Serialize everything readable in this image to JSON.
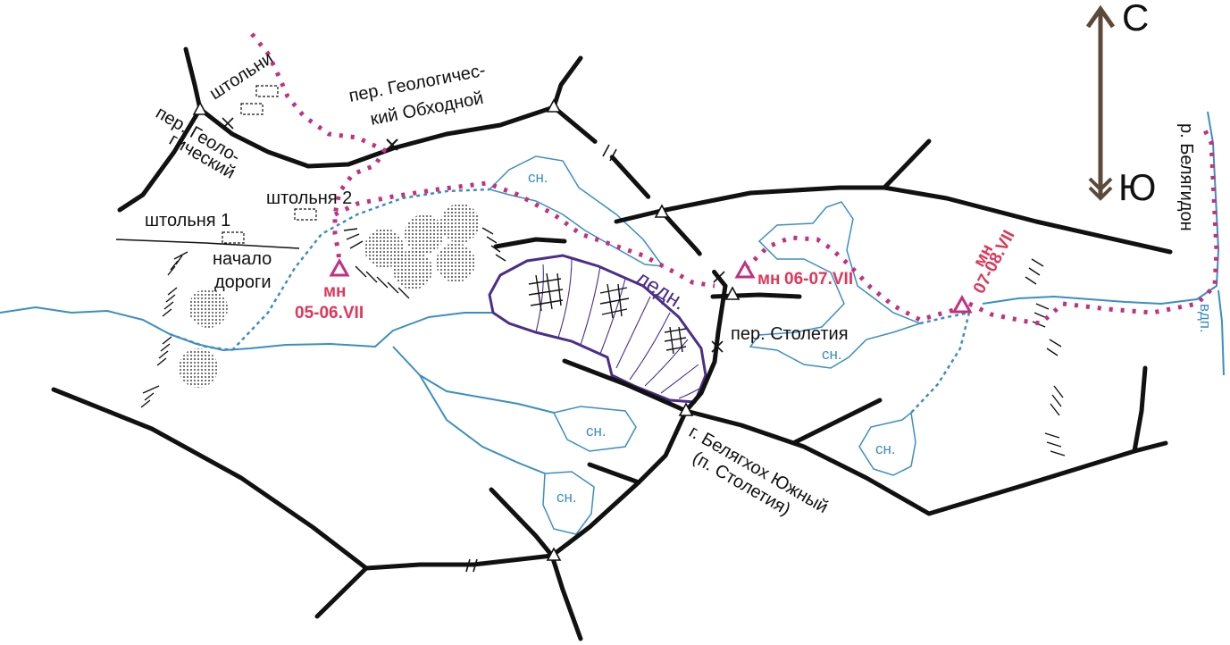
{
  "compass": {
    "north": "С",
    "south": "Ю",
    "color": "#5b4a3a"
  },
  "colors": {
    "route": "#c2317f",
    "water": "#3b8ec3",
    "glacier": "#4a2e8a",
    "camp": "#e0365a"
  },
  "labels": {
    "adits": "штольни",
    "pass_geol_l1": "пер. Геоло-",
    "pass_geol_l2": "гический",
    "pass_bypass_l1": "пер. Геологичес-",
    "pass_bypass_l2": "кий Обходной",
    "adit2": "штольня 2",
    "adit1": "штольня 1",
    "road_l1": "начало",
    "road_l2": "дороги",
    "pass_centenary": "пер. Столетия",
    "peak_l1": "г. Белягхох Южный",
    "peak_l2": "(п. Столетия)",
    "glacier": "ледн.",
    "river": "р. Белягидон",
    "waterfall": "вдп."
  },
  "snowfields": [
    "сн.",
    "сн.",
    "сн.",
    "сн.",
    "сн."
  ],
  "camps": [
    {
      "mark": "мн",
      "dates": "05-06.VII"
    },
    {
      "mark": "мн",
      "dates": "06-07.VII"
    },
    {
      "mark": "мн",
      "dates": "07-08.VII"
    }
  ]
}
